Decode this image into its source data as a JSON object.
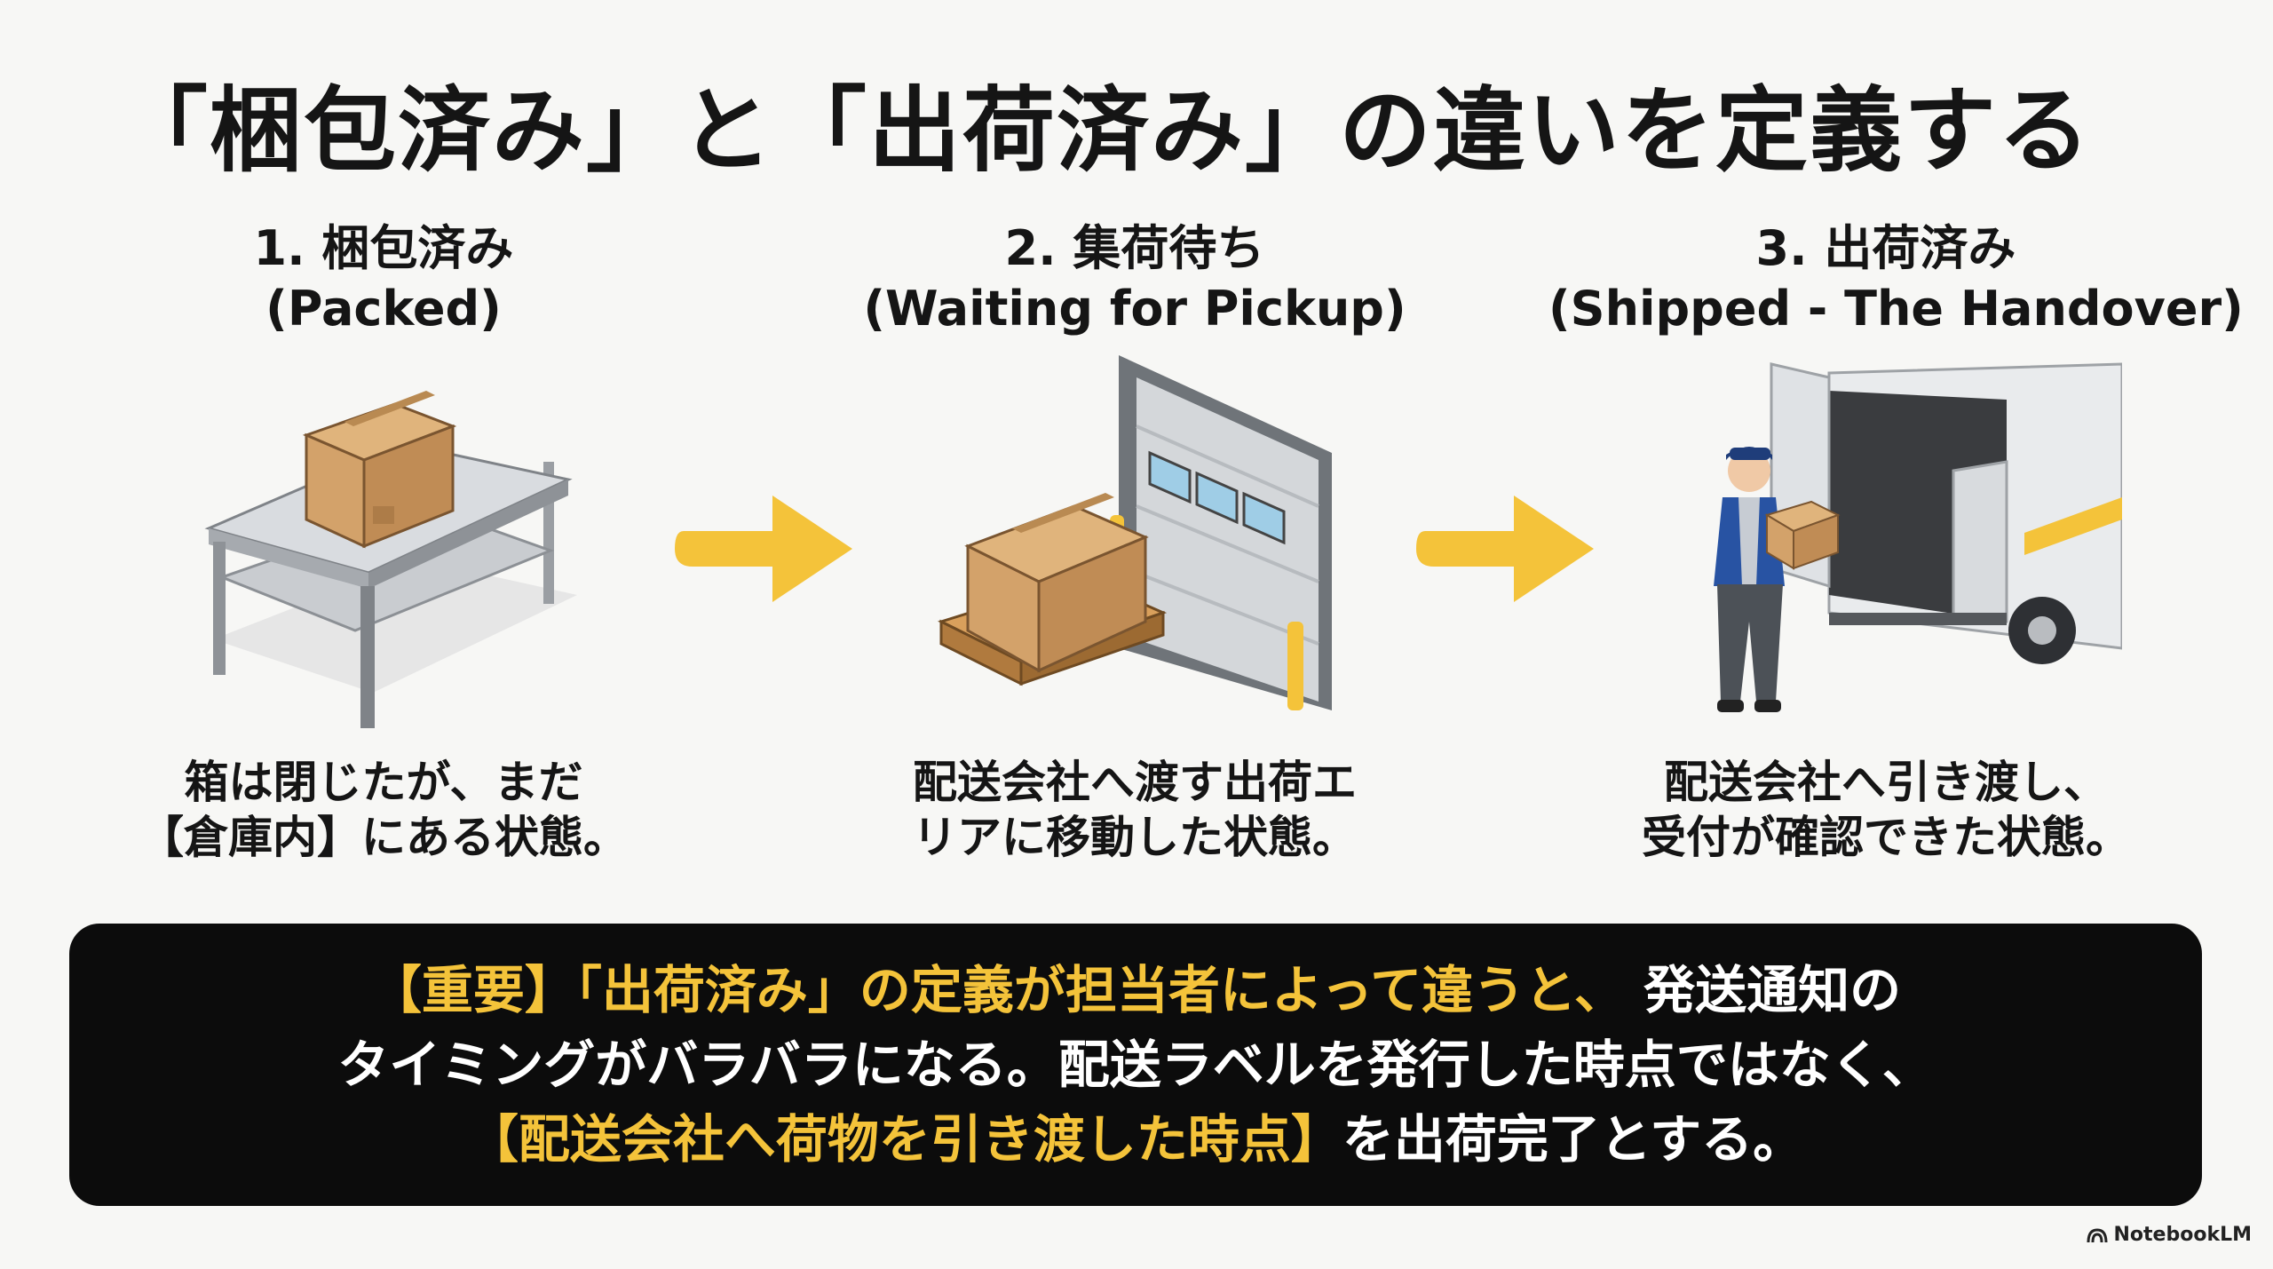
{
  "title": "「梱包済み」と「出荷済み」の違いを定義する",
  "stages": [
    {
      "title_ja": "1. 梱包済み",
      "title_en": "(Packed)",
      "desc_line1": "箱は閉じたが、まだ",
      "desc_line2": "【倉庫内】にある状態。"
    },
    {
      "title_ja": "2. 集荷待ち",
      "title_en": "(Waiting for Pickup)",
      "desc_line1": "配送会社へ渡す出荷エ",
      "desc_line2": "リアに移動した状態。"
    },
    {
      "title_ja": "3. 出荷済み",
      "title_en": "(Shipped - The Handover)",
      "desc_line1": "配送会社へ引き渡し、",
      "desc_line2": "受付が確認できた状態。"
    }
  ],
  "callout": {
    "line1_highlight_a": "【重要】",
    "line1_highlight_b": "「出荷済み」の定義が担当者によって違うと、",
    "line1_rest": " 発送通知の",
    "line2": "タイミングがバラバラになる。配送ラベルを発行した時点ではなく、",
    "line3_highlight": "【配送会社へ荷物を引き渡した時点】",
    "line3_rest": "を出荷完了とする。"
  },
  "brand": "NotebookLM",
  "colors": {
    "accent_yellow": "#f4c33a",
    "banner_bg": "#0c0c0c",
    "cardboard": "#d3a26a"
  },
  "icons": [
    "packing-table-icon",
    "loading-dock-icon",
    "truck-handover-icon",
    "right-arrow-icon",
    "notebooklm-logo-icon"
  ]
}
